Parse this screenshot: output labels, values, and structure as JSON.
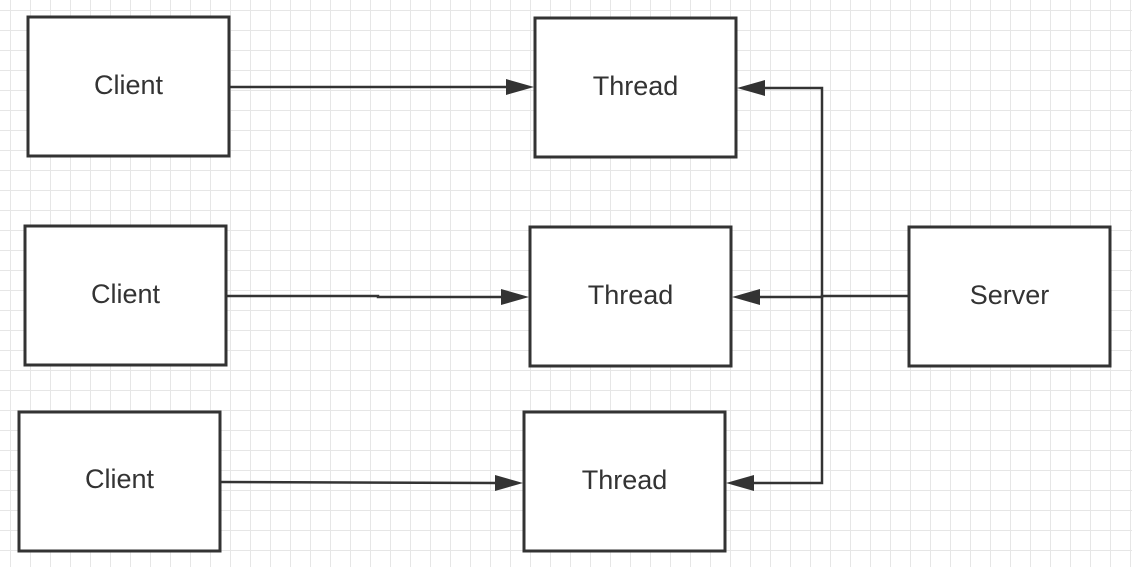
{
  "diagram": {
    "clients": [
      {
        "label": "Client"
      },
      {
        "label": "Client"
      },
      {
        "label": "Client"
      }
    ],
    "threads": [
      {
        "label": "Thread"
      },
      {
        "label": "Thread"
      },
      {
        "label": "Thread"
      }
    ],
    "server": {
      "label": "Server"
    },
    "edges": [
      {
        "from": "client-1",
        "to": "thread-1"
      },
      {
        "from": "client-2",
        "to": "thread-2"
      },
      {
        "from": "client-3",
        "to": "thread-3"
      },
      {
        "from": "server",
        "to": "thread-1"
      },
      {
        "from": "server",
        "to": "thread-2"
      },
      {
        "from": "server",
        "to": "thread-3"
      }
    ],
    "colors": {
      "stroke": "#333333",
      "grid": "#e6e6e6",
      "background": "#ffffff"
    }
  }
}
